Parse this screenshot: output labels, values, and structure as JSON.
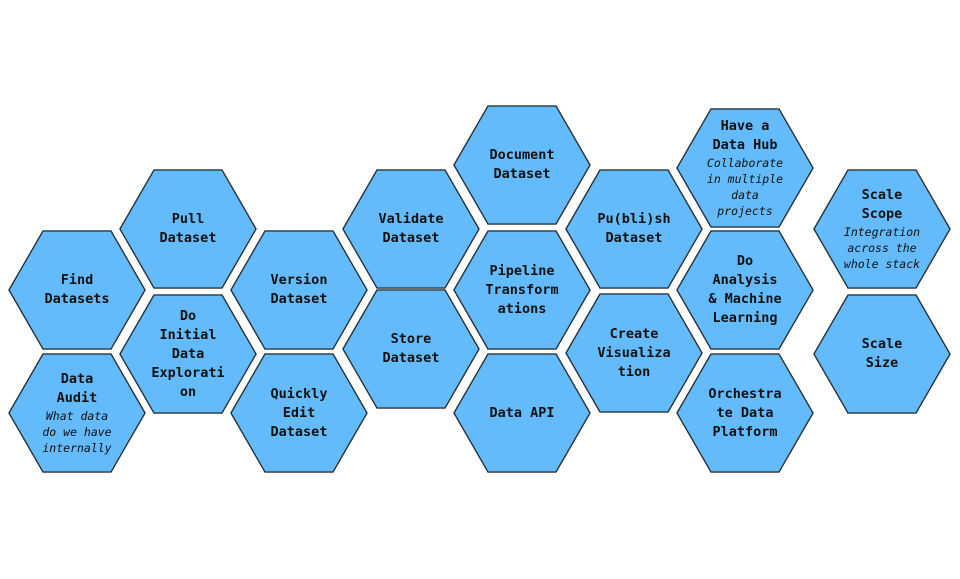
{
  "colors": {
    "hex_fill": "#64bbfc",
    "hex_stroke": "#263238",
    "text": "#111111"
  },
  "nodes": {
    "find_datasets": {
      "title": "Find\nDatasets"
    },
    "data_audit": {
      "title": "Data\nAudit",
      "subtitle": "What data\ndo we have\ninternally"
    },
    "pull_dataset": {
      "title": "Pull\nDataset"
    },
    "do_initial": {
      "title": "Do\nInitial\nData\nExplorati\non"
    },
    "version_dataset": {
      "title": "Version\nDataset"
    },
    "quickly_edit": {
      "title": "Quickly\nEdit\nDataset"
    },
    "validate_dataset": {
      "title": "Validate\nDataset"
    },
    "store_dataset": {
      "title": "Store\nDataset"
    },
    "document_dataset": {
      "title": "Document\nDataset"
    },
    "pipeline": {
      "title": "Pipeline\nTransform\nations"
    },
    "data_api": {
      "title": "Data API"
    },
    "publish_dataset": {
      "title": "Pu(bli)sh\nDataset"
    },
    "create_viz": {
      "title": "Create\nVisualiza\ntion"
    },
    "have_data_hub": {
      "title": "Have a\nData Hub",
      "subtitle": "Collaborate\nin multiple\ndata\nprojects"
    },
    "do_analysis": {
      "title": "Do\nAnalysis\n& Machine\nLearning"
    },
    "orchestrate": {
      "title": "Orchestra\nte Data\nPlatform"
    },
    "scale_scope": {
      "title": "Scale\nScope",
      "subtitle": "Integration\nacross the\nwhole stack"
    },
    "scale_size": {
      "title": "Scale\nSize"
    }
  }
}
